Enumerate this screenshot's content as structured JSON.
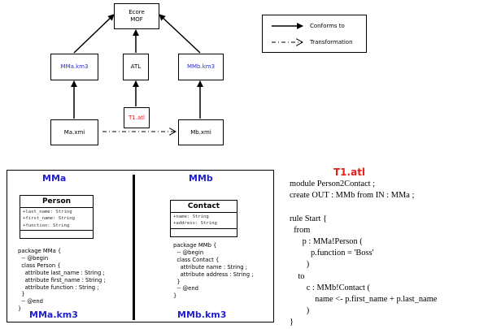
{
  "diagram": {
    "ecore_lines": [
      "Ecore",
      "MOF"
    ],
    "mma_km3": "MMa.km3",
    "atl": "ATL",
    "mmb_km3": "MMb.km3",
    "t1_atl": "T1.atl",
    "ma_xmi": "Ma.xmi",
    "mb_xmi": "Mb.xmi"
  },
  "legend": {
    "conforms": "Conforms to",
    "transformation": "Transformation"
  },
  "mma": {
    "title": "MMa",
    "class_name": "Person",
    "attributes": [
      "+last_name: String",
      "+first_name: String",
      "+function: String"
    ],
    "code": [
      "package MMa {",
      "  -- @begin",
      "  class Person {",
      "    attribute last_name : String ;",
      "    attribute first_name : String ;",
      "    attribute function : String ;",
      "  }",
      "  -- @end",
      "}"
    ],
    "footer": "MMa.km3"
  },
  "mmb": {
    "title": "MMb",
    "class_name": "Contact",
    "attributes": [
      "+name: String",
      "+address: String"
    ],
    "code": [
      "package MMb {",
      "  -- @begin",
      "  class Contact {",
      "    attribute name : String ;",
      "    attribute address : String ;",
      "  }",
      "  -- @end",
      "}"
    ],
    "footer": "MMb.km3"
  },
  "atl_file": {
    "title": "T1.atl",
    "code": [
      "module Person2Contact ;",
      "create OUT : MMb from IN : MMa ;",
      "",
      "rule Start {",
      "  from",
      "      p : MMa!Person (",
      "          p.function = 'Boss'",
      "        )",
      "    to",
      "        c : MMb!Contact (",
      "            name <- p.first_name + p.last_name",
      "        )",
      "}"
    ]
  },
  "colors": {
    "metamodel_blue": "#2b2bd6",
    "transformation_red": "#e0201c"
  }
}
